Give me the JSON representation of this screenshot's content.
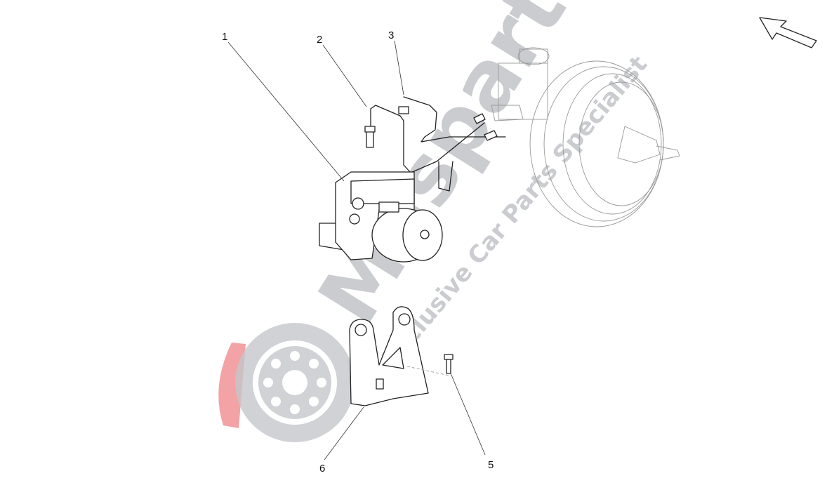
{
  "diagram": {
    "callouts": [
      {
        "number": "1",
        "part": "abs-control-unit"
      },
      {
        "number": "2",
        "part": "brake-pipe"
      },
      {
        "number": "3",
        "part": "brake-pipe"
      },
      {
        "number": "5",
        "part": "screw"
      },
      {
        "number": "6",
        "part": "mounting-bracket"
      }
    ],
    "watermark": {
      "brand": "Maspart",
      "tagline": "Exclusive Car Parts Specialist"
    },
    "colors": {
      "line": "#222222",
      "watermark_gray": "#b9bcbf",
      "watermark_red": "#f08b8f"
    }
  }
}
